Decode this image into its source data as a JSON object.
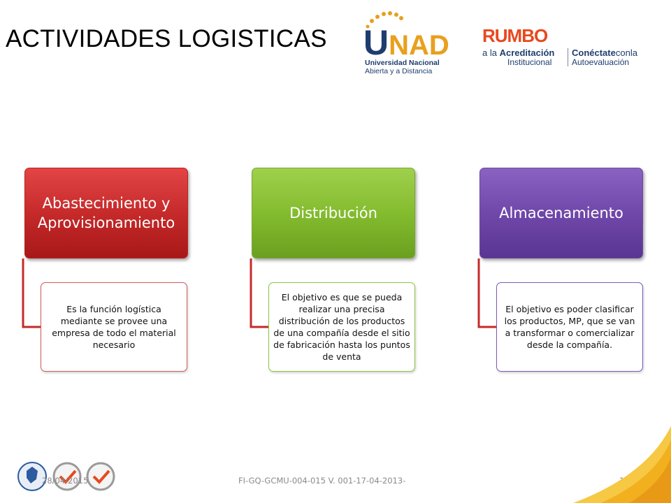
{
  "header": {
    "title": "ACTIVIDADES LOGISTICAS"
  },
  "logos": {
    "unad": {
      "letter_u": "U",
      "letters_nad": "NAD",
      "line1": "Universidad Nacional",
      "line2": "Abierta y a Distancia"
    },
    "rumbo": {
      "word": "RUMBO",
      "line1_prefix": "a la ",
      "line1_bold": "Acreditación",
      "line2": "Institucional",
      "right1_bold": "Conéctate",
      "right1_rest": "conla",
      "right2": "Autoevaluación"
    }
  },
  "diagram": {
    "nodes": [
      {
        "title": "Abastecimiento y Aprovisionamiento",
        "description": "Es la función logística mediante se provee una empresa de todo el material necesario",
        "color": "#c62a2a"
      },
      {
        "title": "Distribución",
        "description": "El objetivo es que se pueda realizar una precisa distribución de los productos de una compañía desde el sitio de fabricación hasta los puntos de venta",
        "color": "#84bc2f"
      },
      {
        "title": "Almacenamiento",
        "description": "El objetivo es poder clasificar los productos, MP, que se van a transformar o comercializar desde la compañía.",
        "color": "#7048aa"
      }
    ]
  },
  "footer": {
    "date": "28/04/2015",
    "code": "FI-GQ-GCMU-004-015  V. 001-17-04-2013-",
    "page": "17"
  },
  "colors": {
    "accent_corner": "#f2b01e"
  }
}
